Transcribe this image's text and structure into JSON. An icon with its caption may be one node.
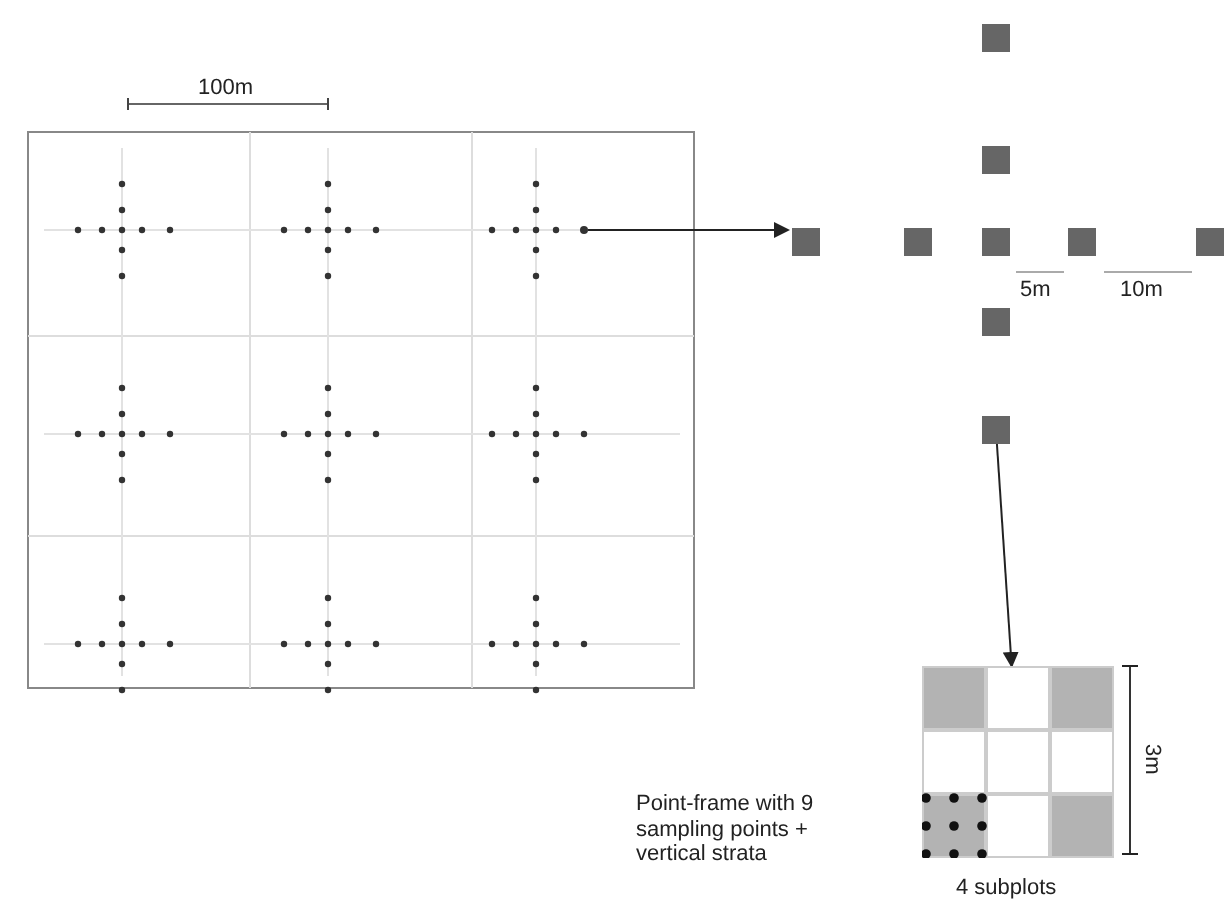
{
  "diagram": {
    "nodes": [
      {
        "text": [],
        "shape": "circle"
      },
      {
        "text": [],
        "shape": "box"
      },
      {
        "text": [],
        "shape": "box"
      },
      {
        "text": [],
        "shape": "box"
      }
    ],
    "edges": [
      {
        "from": 0,
        "to": 1,
        "arrow": "to"
      },
      {
        "from": 2,
        "to": 3,
        "arrow": "to"
      }
    ],
    "labels": [
      "100m",
      "5m",
      "10m",
      "3m",
      "Point-frame with 9 sampling points + vertical strata",
      "4 subplots"
    ]
  }
}
